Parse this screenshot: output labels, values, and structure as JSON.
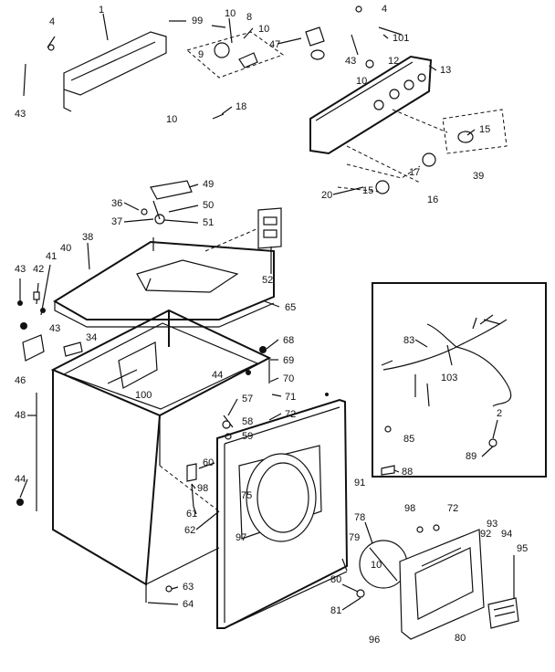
{
  "labels": {
    "l4a": "4",
    "l1": "1",
    "l99": "99",
    "l10a": "10",
    "l8": "8",
    "l10b": "10",
    "l4b": "4",
    "l101": "101",
    "l9": "9",
    "l47": "47",
    "l43a": "43",
    "l10c": "10",
    "l12": "12",
    "l13": "13",
    "l43b": "43",
    "l10d": "10",
    "l18": "18",
    "l15a": "15",
    "l39": "39",
    "l17": "17",
    "l20": "20",
    "l15b": "15",
    "l16": "16",
    "l49": "49",
    "l36": "36",
    "l50": "50",
    "l37": "37",
    "l51": "51",
    "l52": "52",
    "l38": "38",
    "l41": "41",
    "l43c": "43",
    "l42": "42",
    "l40": "40",
    "l65": "65",
    "l43d": "43",
    "l34": "34",
    "l46": "46",
    "l68": "68",
    "l69": "69",
    "l44a": "44",
    "l70": "70",
    "l100": "100",
    "l71": "71",
    "l48": "48",
    "l57": "57",
    "l72a": "72",
    "l58": "58",
    "l59": "59",
    "l60": "60",
    "l44b": "44",
    "l98a": "98",
    "l75": "75",
    "l61": "61",
    "l62": "62",
    "l97": "97",
    "l91": "91",
    "l63": "63",
    "l64": "64",
    "l83": "83",
    "l103": "103",
    "l2": "2",
    "l85": "85",
    "l89": "89",
    "l88": "88",
    "l98b": "98",
    "l72b": "72",
    "l78": "78",
    "l93": "93",
    "l79": "79",
    "l92": "92",
    "l94": "94",
    "l95": "95",
    "l10e": "10",
    "l80a": "80",
    "l81": "81",
    "l96": "96",
    "l80b": "80"
  }
}
